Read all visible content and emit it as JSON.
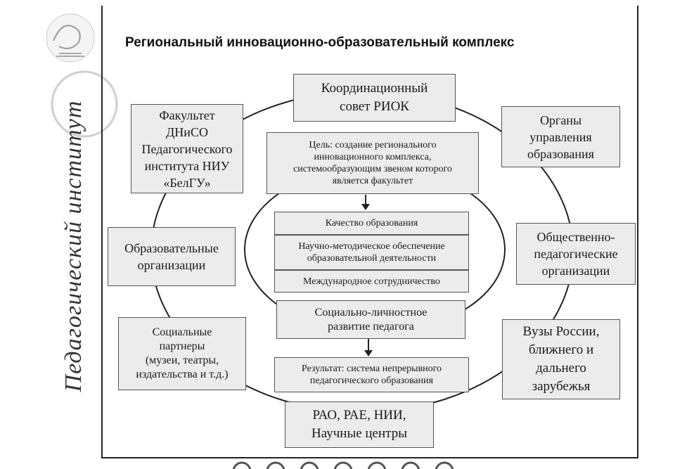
{
  "side_title": "Педагогический институт",
  "title": "Региональный инновационно-образовательный комплекс",
  "boxes": {
    "coord": "Координационный\nсовет РИОК",
    "faculty": "Факультет\nДНиСО\nПедагогического\nинститута НИУ\n«БелГУ»",
    "organs": "Органы\nуправления\nобразования",
    "edu_orgs": "Образовательные\nорганизации",
    "public_ped": "Общественно-\nпедагогические\nорганизации",
    "partners": "Социальные\nпартнеры\n(музеи, театры,\nиздательства и т.д.)",
    "universities": "Вузы России,\nближнего и\nдальнего\nзарубежья",
    "rao": "РАО, РАЕ, НИИ,\nНаучные центры",
    "goal": "Цель: создание регионального\nинновационного комплекса,\nсистемообразующим звеном которого\nявляется факультет",
    "quality": "Качество образования",
    "methodical": "Научно-методическое обеспечение\nобразовательной деятельности",
    "international": "Международное сотрудничество",
    "social_dev": "Социально-личностное\nразвитие педагога",
    "result": "Результат: система непрерывного\nпедагогического образования"
  }
}
